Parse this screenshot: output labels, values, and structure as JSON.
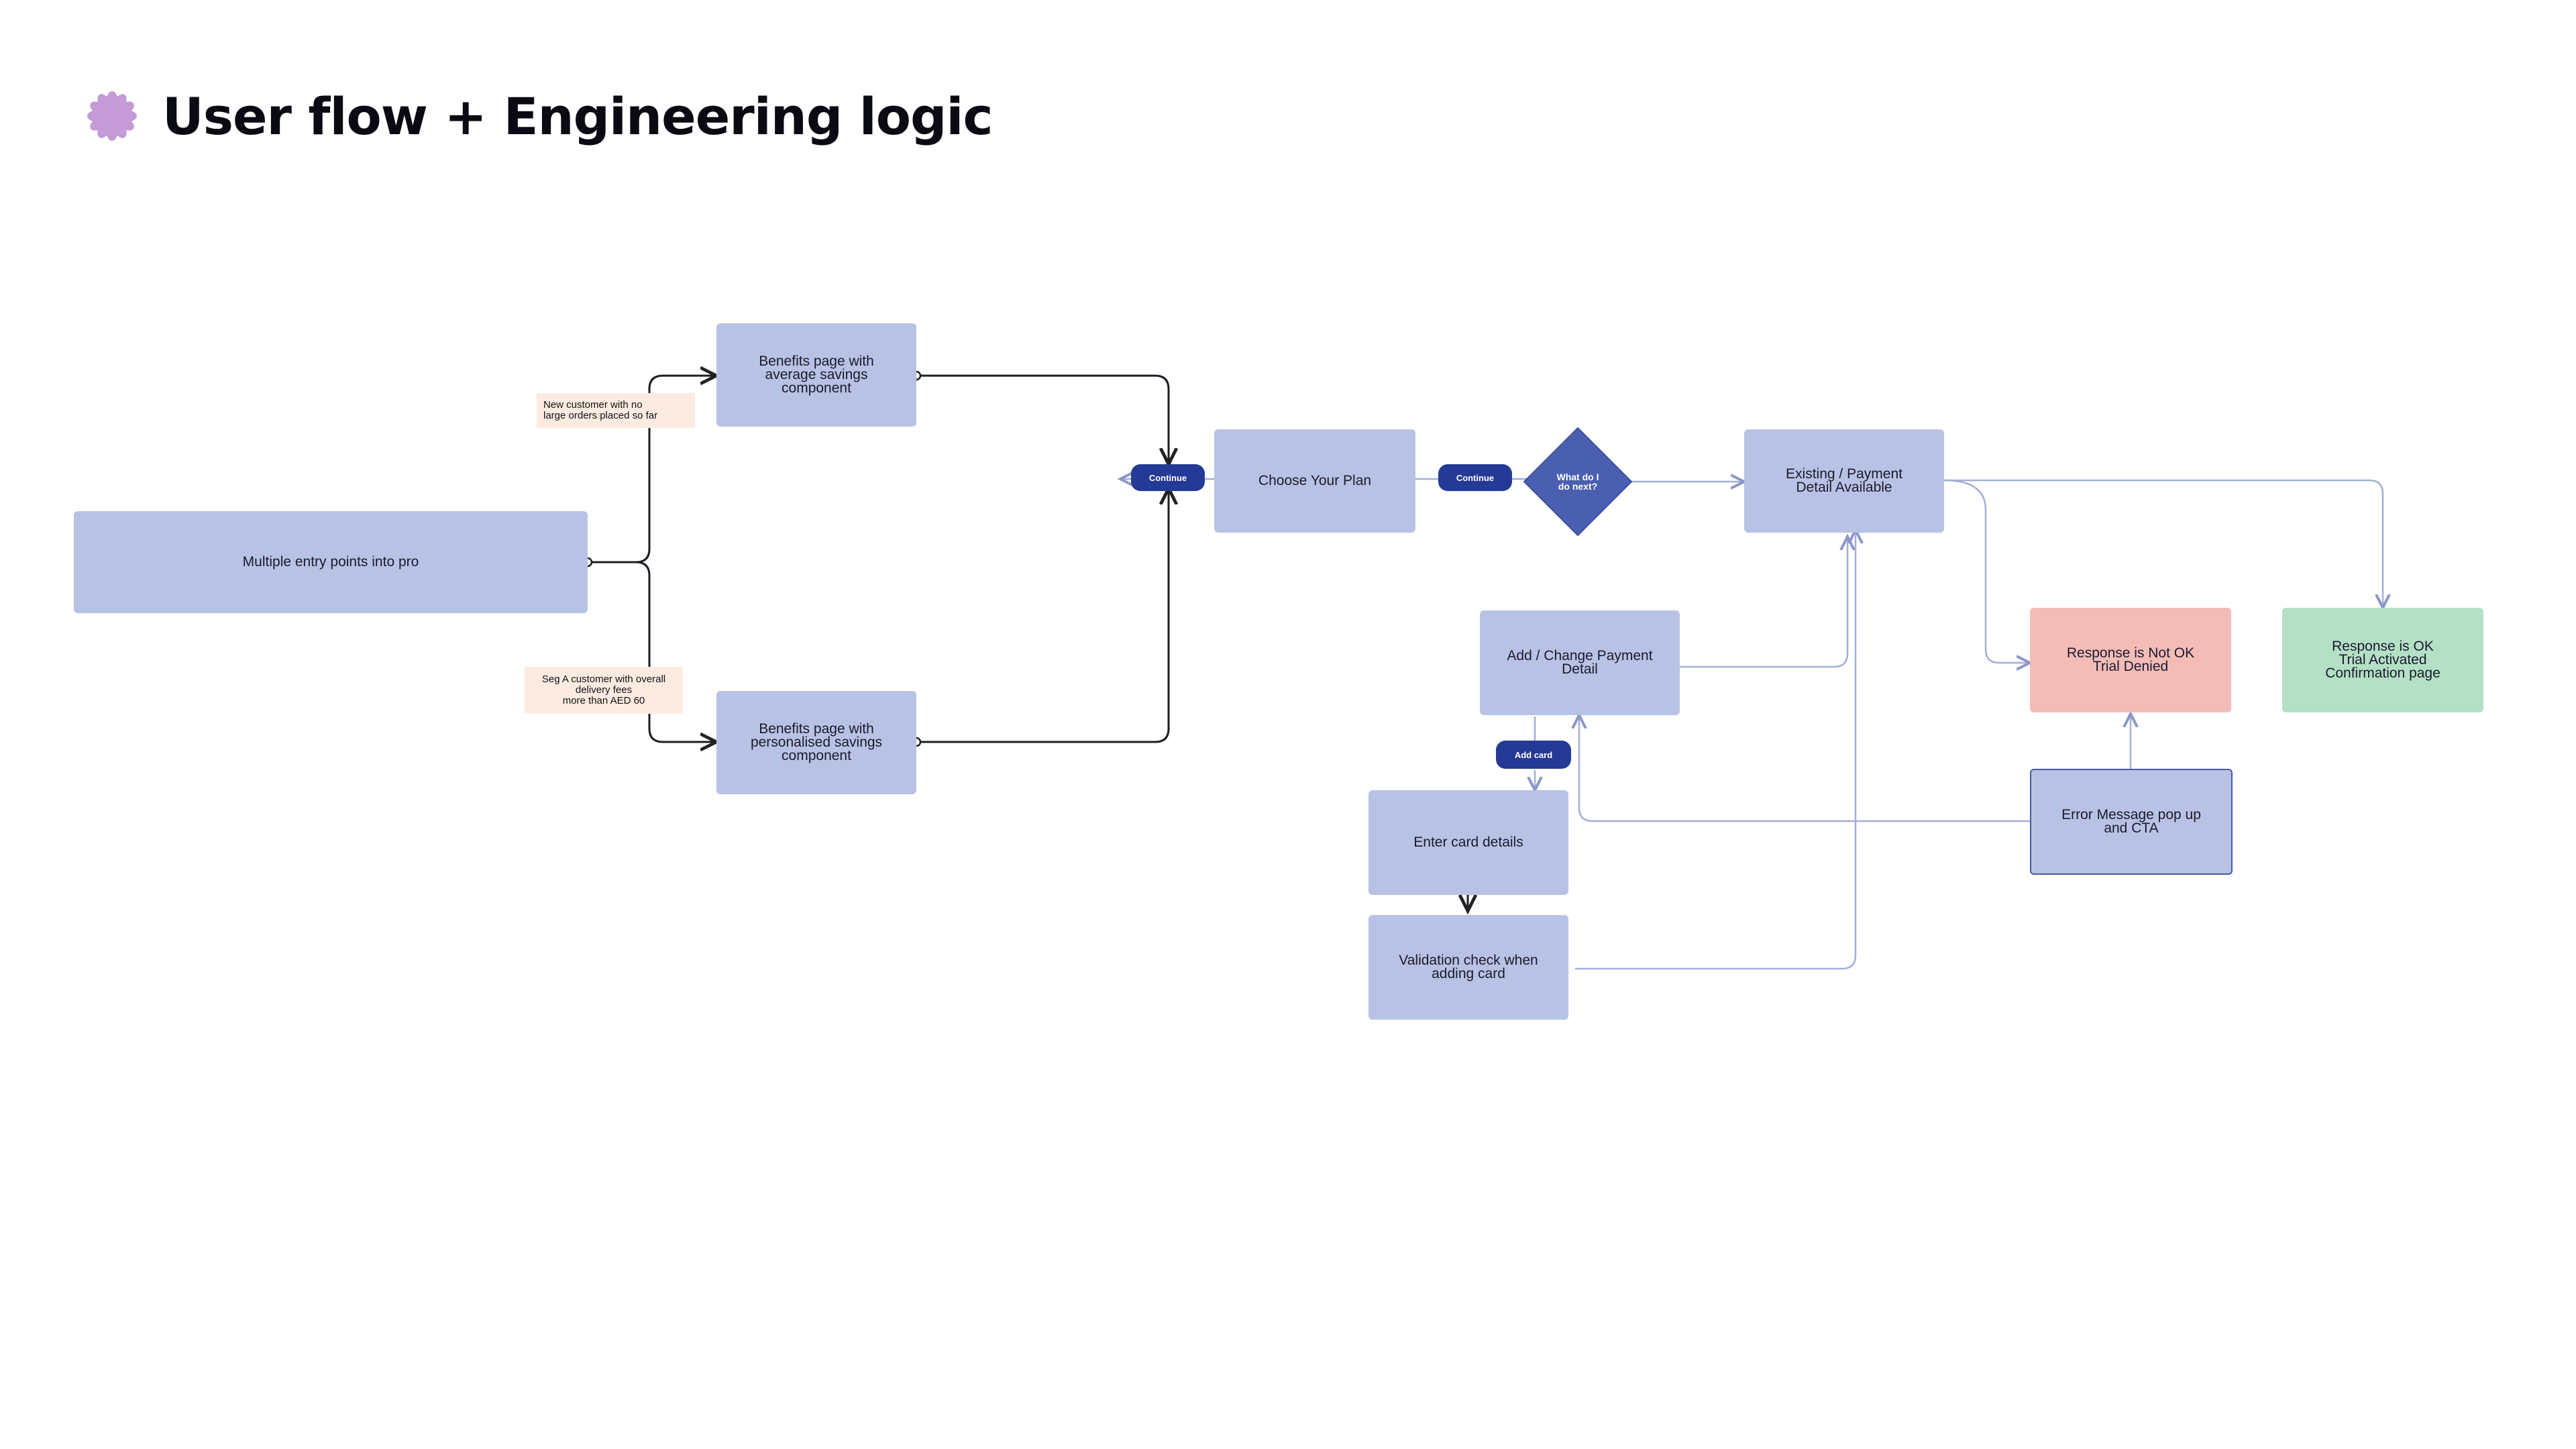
{
  "page": {
    "title": "User flow + Engineering logic"
  },
  "colors": {
    "node_fill": "#b8c2e4",
    "denied_fill": "#f4bcb7",
    "ok_fill": "#b4e0c6",
    "pill_fill": "#243a96",
    "diamond_fill": "#4a5fb0",
    "note_fill": "#fdebe2",
    "title_icon": "#c59ad6"
  },
  "icons": {
    "title_icon": "flower-icon"
  },
  "nodes": {
    "entry": "Multiple entry points into pro",
    "benefits_average": "Benefits page with\naverage savings\ncomponent",
    "benefits_personalised": "Benefits page with\npersonalised savings\ncomponent",
    "choose_plan": "Choose Your Plan",
    "existing_payment": "Existing / Payment\nDetail Available",
    "add_change_payment": "Add / Change Payment\nDetail",
    "response_not_ok": "Response is Not OK\nTrial Denied",
    "response_ok": "Response is OK\nTrial Activated\nConfirmation page",
    "enter_card": "Enter card details",
    "validation_check": "Validation check when\nadding card",
    "error_message": "Error Message pop up\nand CTA"
  },
  "decision": {
    "label": "What do I\ndo next?"
  },
  "pills": {
    "continue_1": "Continue",
    "continue_2": "Continue",
    "add_card": "Add card"
  },
  "notes": {
    "new_customer": "New customer with no\nlarge orders placed so far",
    "seg_a": "Seg A customer with overall\ndelivery fees\nmore than AED 60"
  }
}
